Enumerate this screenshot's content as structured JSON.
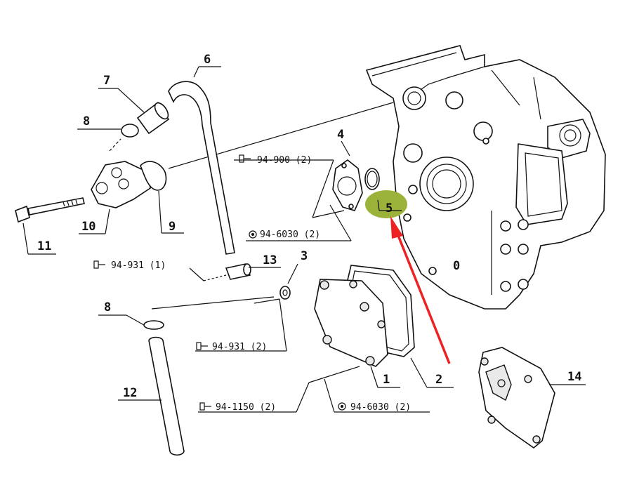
{
  "callouts": {
    "c1": "1",
    "c2": "2",
    "c3": "3",
    "c4": "4",
    "c5": "5",
    "c6": "6",
    "c7": "7",
    "c8a": "8",
    "c8b": "8",
    "c9": "9",
    "c10": "10",
    "c11": "11",
    "c12": "12",
    "c13": "13",
    "c14": "14",
    "c0": "0"
  },
  "refs": {
    "r_94_900": "94-900 (2)",
    "r_94_6030_top": "94-6030 (2)",
    "r_94_931_a": "94-931 (1)",
    "r_94_931_b": "94-931 (2)",
    "r_94_1150": "94-1150 (2)",
    "r_94_6030_bot": "94-6030 (2)"
  },
  "ref_icons": {
    "bolt": "bolt-icon",
    "washer": "washer-icon"
  },
  "colors": {
    "highlight": "#9bb33a",
    "arrow": "#ee2222",
    "line": "#111111"
  }
}
